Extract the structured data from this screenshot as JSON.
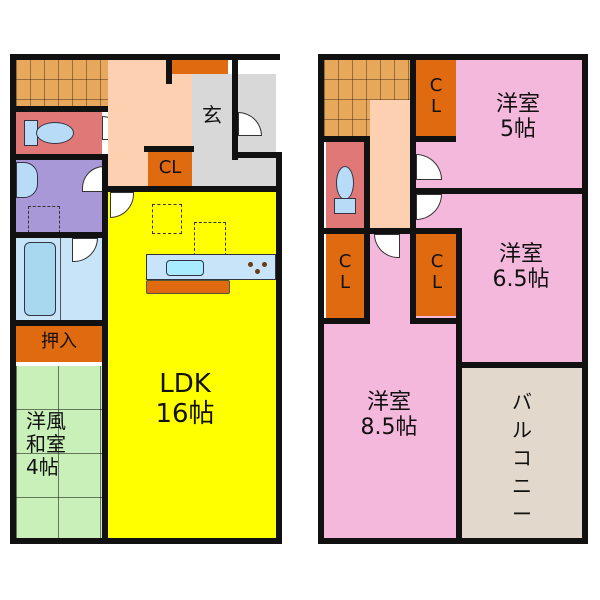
{
  "floor1": {
    "entrance": {
      "label": "玄"
    },
    "closet": {
      "label": "CL"
    },
    "storage": {
      "label": "押入"
    },
    "ldk": {
      "label": "LDK\n16帖"
    },
    "japanese_room": {
      "label": "洋風\n和室\n4帖"
    }
  },
  "floor2": {
    "bedroom1": {
      "label": "洋室\n5帖"
    },
    "bedroom2": {
      "label": "洋室\n6.5帖"
    },
    "bedroom3": {
      "label": "洋室\n8.5帖"
    },
    "balcony": {
      "label": "バ\nル\nコ\nニ\nー"
    },
    "closet1": {
      "label": "C\nL"
    },
    "closet2": {
      "label": "C\nL"
    },
    "closet3": {
      "label": "C\nL"
    }
  },
  "colors": {
    "ldk": "#ffff00",
    "bedroom": "#f4b8dc",
    "closet": "#e06a10",
    "hall": "#fcd0b0",
    "toilet": "#e07878",
    "washroom": "#a898d8",
    "bath": "#c8e4f8",
    "entrance": "#d8d8d8",
    "balcony": "#e2d8cc",
    "tatami": "#c8f0b8",
    "stairs": "#e8a85c"
  }
}
